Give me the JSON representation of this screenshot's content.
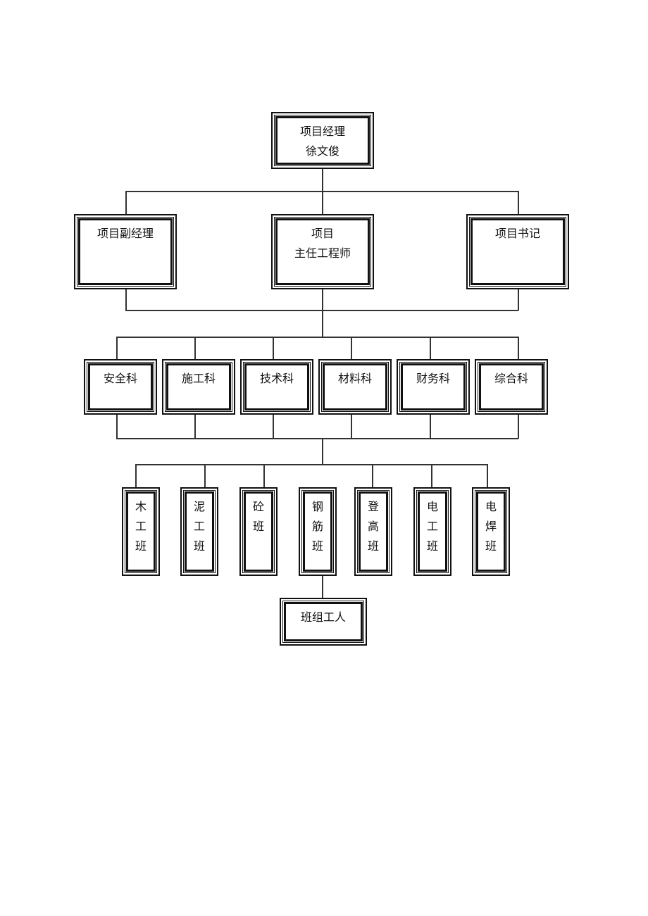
{
  "org_chart": {
    "top": {
      "title": "项目经理",
      "name": "徐文俊"
    },
    "level2": [
      {
        "id": "deputy",
        "label": "项目副经理"
      },
      {
        "id": "chief-engineer",
        "label": "项目\n主任工程师"
      },
      {
        "id": "secretary",
        "label": "项目书记"
      }
    ],
    "departments": [
      {
        "id": "safety",
        "label": "安全科"
      },
      {
        "id": "construction",
        "label": "施工科"
      },
      {
        "id": "technical",
        "label": "技术科"
      },
      {
        "id": "materials",
        "label": "材料科"
      },
      {
        "id": "finance",
        "label": "财务科"
      },
      {
        "id": "general",
        "label": "综合科"
      }
    ],
    "teams": [
      {
        "id": "carpentry",
        "label": "木工班"
      },
      {
        "id": "masonry",
        "label": "泥工班"
      },
      {
        "id": "concrete",
        "label": "砼班"
      },
      {
        "id": "rebar",
        "label": "钢筋班"
      },
      {
        "id": "scaffold",
        "label": "登高班"
      },
      {
        "id": "electrical",
        "label": "电工班"
      },
      {
        "id": "welding",
        "label": "电焊班"
      }
    ],
    "bottom": {
      "label": "班组工人"
    }
  }
}
